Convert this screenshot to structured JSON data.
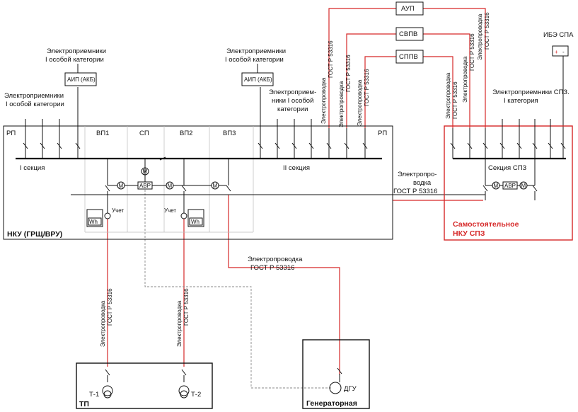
{
  "labels": {
    "consumers_left": [
      "Электроприемники",
      "I особой категории"
    ],
    "consumers_upper_left": [
      "Электроприемники",
      "I особой категории"
    ],
    "consumers_upper_mid": [
      "Электроприемники",
      "I особой категории"
    ],
    "consumers_mid": [
      "Электроприем-",
      "ники I особой",
      "категории"
    ],
    "consumers_spz": [
      "Электроприемники СПЗ.",
      "I   категория"
    ],
    "aip_left": "АИП (АКБ)",
    "aip_mid": "АИП (АКБ)",
    "aup": "АУП",
    "svpv": "СВПВ",
    "sppv": "СППВ",
    "ibe_spa": "ИБЭ СПА",
    "plus": "+",
    "minus": "-",
    "rp_left": "РП",
    "rp_right": "РП",
    "vp1": "ВП1",
    "sp": "СП",
    "vp2": "ВП2",
    "vp3": "ВП3",
    "section1": "I секция",
    "section2": "II секция",
    "section_spz": "Секция СПЗ",
    "nku": "НКУ (ГРЩ/ВРУ)",
    "nku_spz": [
      "Самостоятельное",
      "НКУ СПЗ"
    ],
    "wiring": "Электропроводка",
    "gost": "ГОСТ Р 53316",
    "wiring_split": [
      "Электропро-",
      "водка"
    ],
    "avr": "АВР",
    "m": "М",
    "uchet": "Учет",
    "wh": "Wh",
    "tp": "ТП",
    "t1": "Т-1",
    "t2": "Т-2",
    "dgu": "ДГУ",
    "gen_room": "Генераторная"
  },
  "colors": {
    "fire_wiring": "#d62828",
    "equipment": "#111111",
    "control_link": "#888888"
  }
}
